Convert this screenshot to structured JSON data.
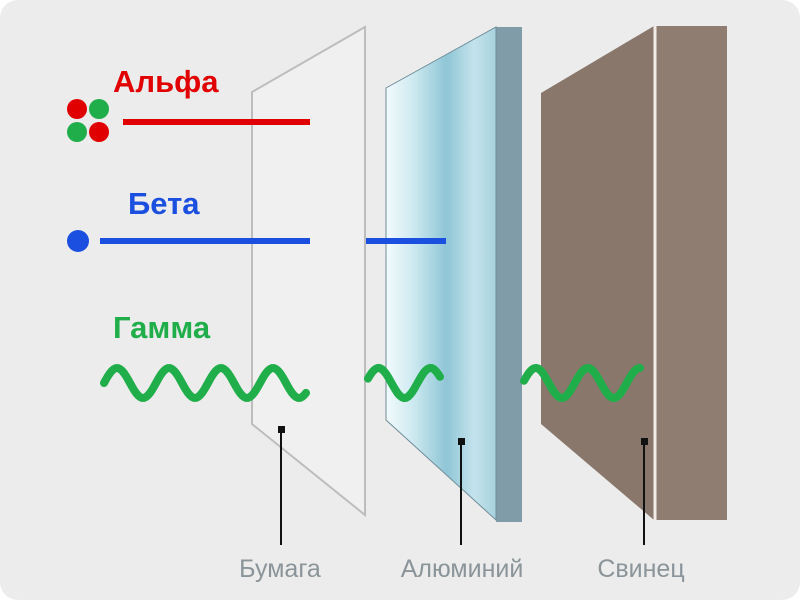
{
  "colors": {
    "background": "#ececec",
    "alpha": "#e00000",
    "beta": "#1a4fe0",
    "gamma": "#1fae4a",
    "paper_stroke": "#b8b8b8",
    "aluminium": "#b6dce6",
    "lead_face": "#89776b",
    "lead_side": "#8f7d71",
    "caption": "#8a9499"
  },
  "radiation": {
    "alpha": {
      "label": "Альфа",
      "icon": "alpha-particle-icon"
    },
    "beta": {
      "label": "Бета",
      "icon": "electron-icon"
    },
    "gamma": {
      "label": "Гамма",
      "icon": "gamma-wave-icon"
    }
  },
  "barriers": [
    {
      "id": "paper",
      "label": "Бумага"
    },
    {
      "id": "aluminium",
      "label": "Алюминий"
    },
    {
      "id": "lead",
      "label": "Свинец"
    }
  ]
}
